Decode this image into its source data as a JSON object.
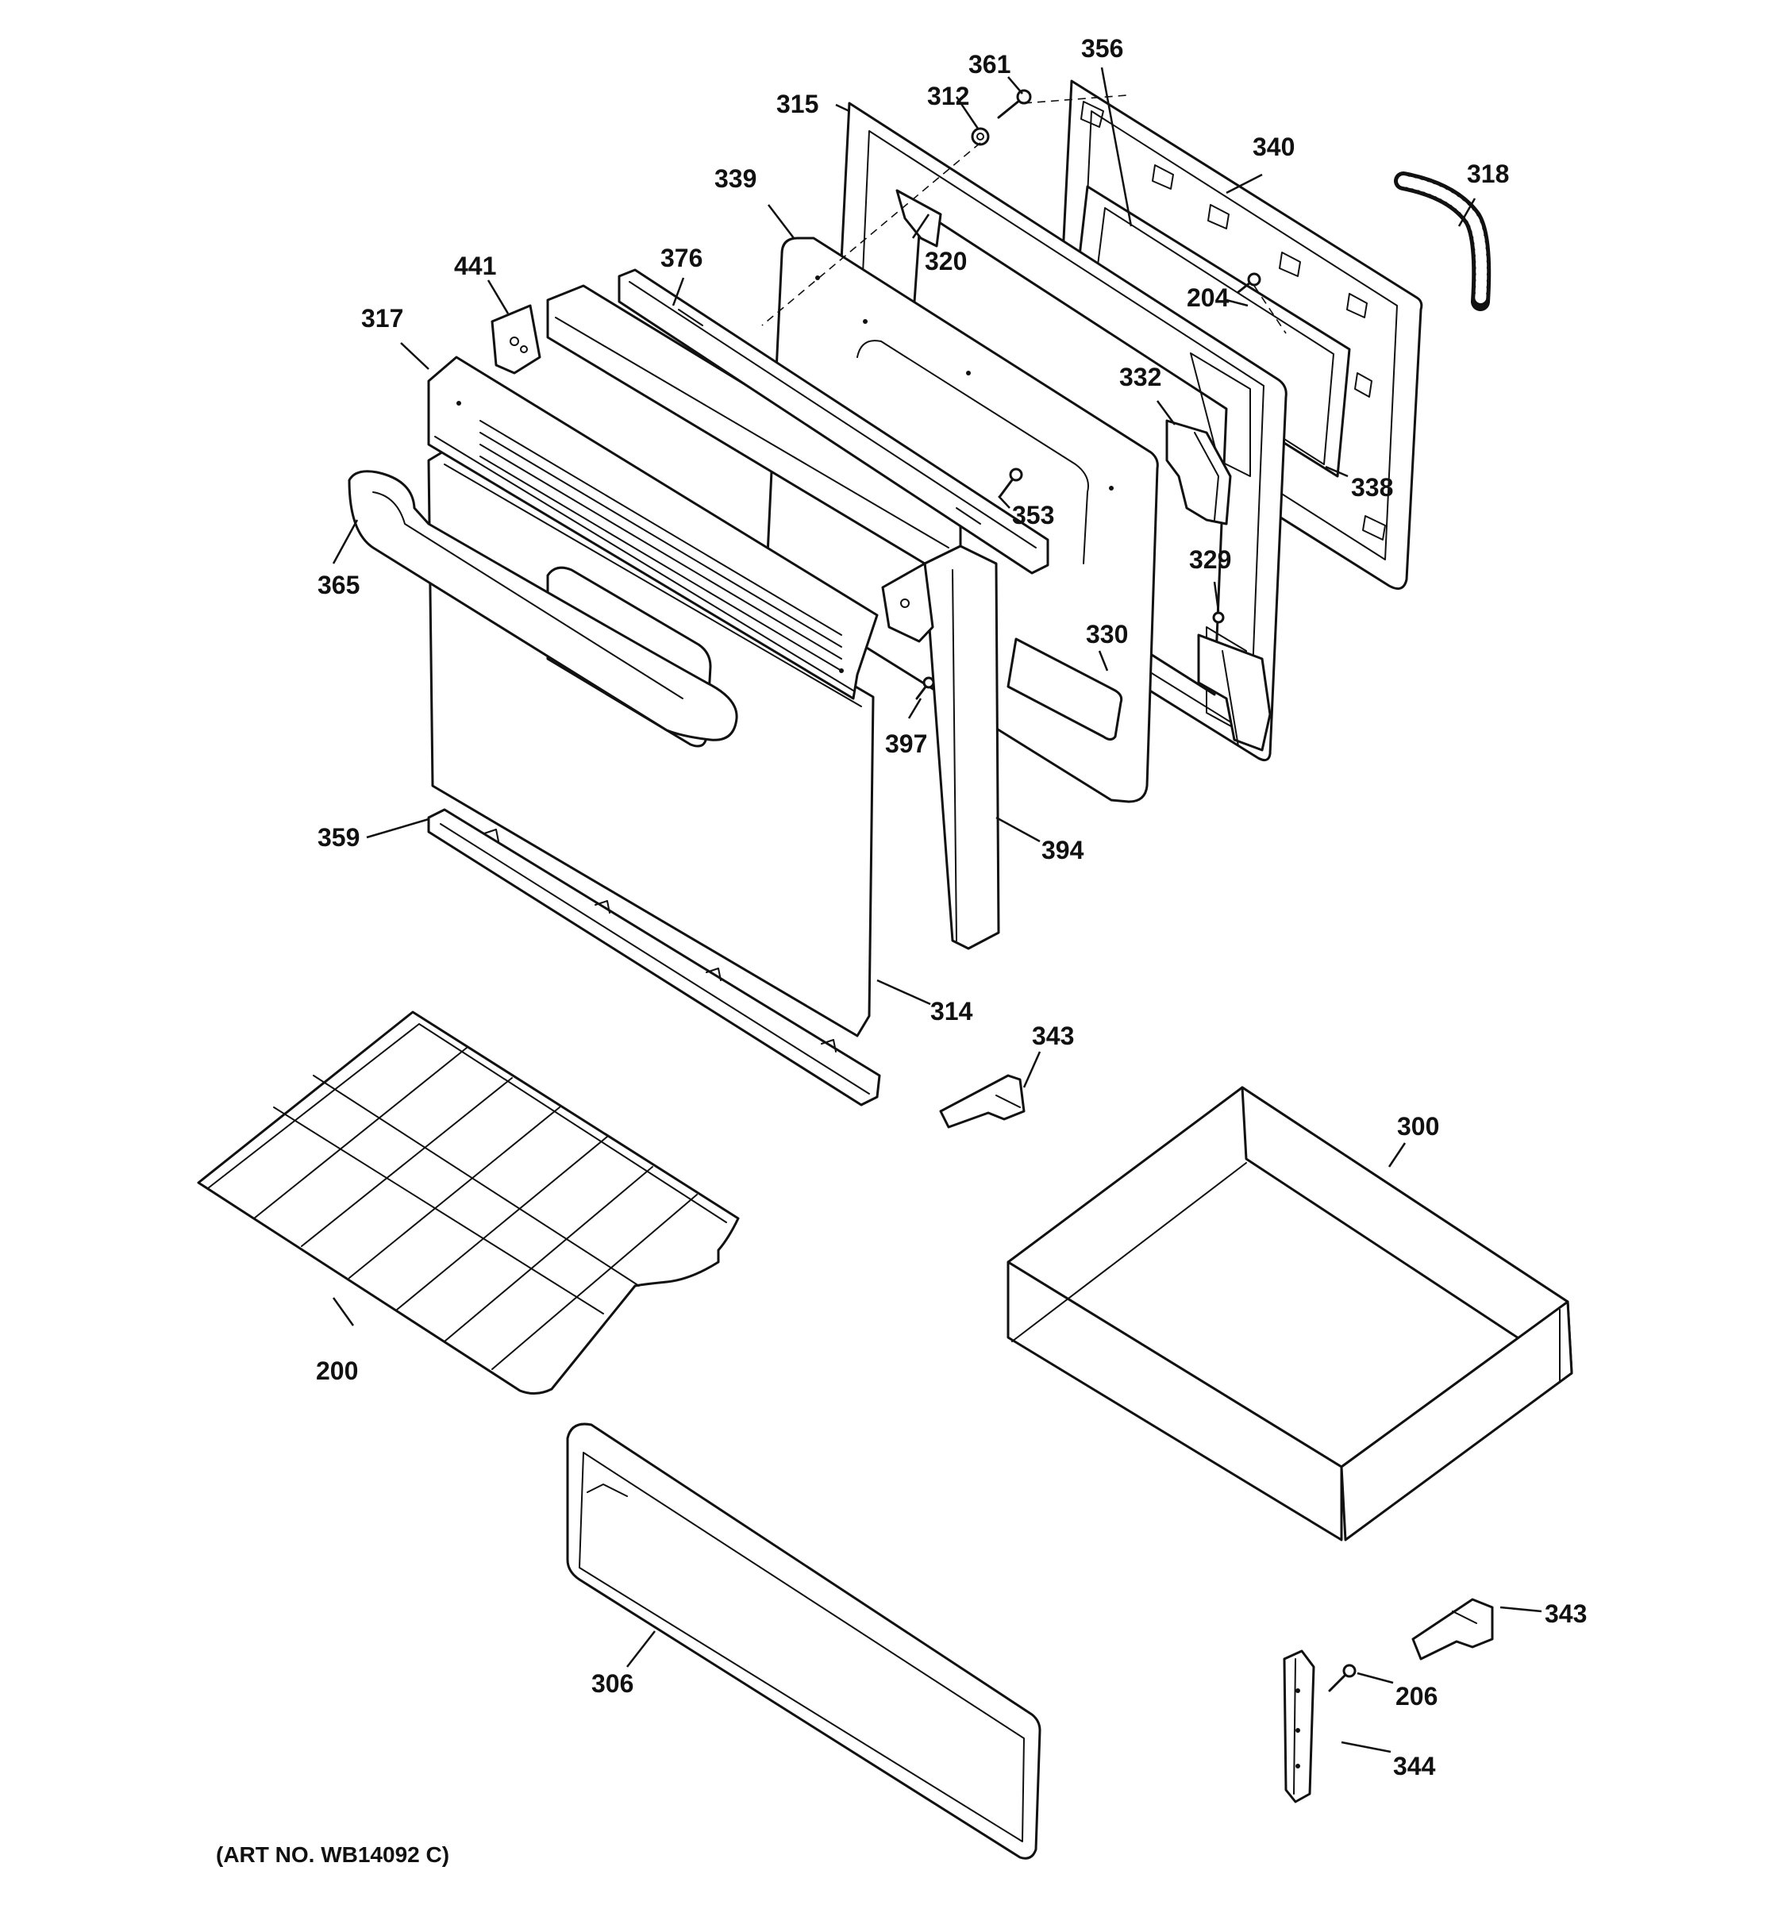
{
  "callouts": {
    "c361": "361",
    "c356": "356",
    "c312": "312",
    "c315": "315",
    "c340": "340",
    "c318": "318",
    "c339": "339",
    "c320": "320",
    "c376": "376",
    "c441": "441",
    "c204a": "204",
    "c317": "317",
    "c332": "332",
    "c338": "338",
    "c353": "353",
    "c365": "365",
    "c329": "329",
    "c330": "330",
    "c397": "397",
    "c359": "359",
    "c394": "394",
    "c314": "314",
    "c343a": "343",
    "c300": "300",
    "c200": "200",
    "c343b": "343",
    "c206": "206",
    "c306": "306",
    "c344": "344"
  },
  "art_number": "(ART NO. WB14092 C)"
}
